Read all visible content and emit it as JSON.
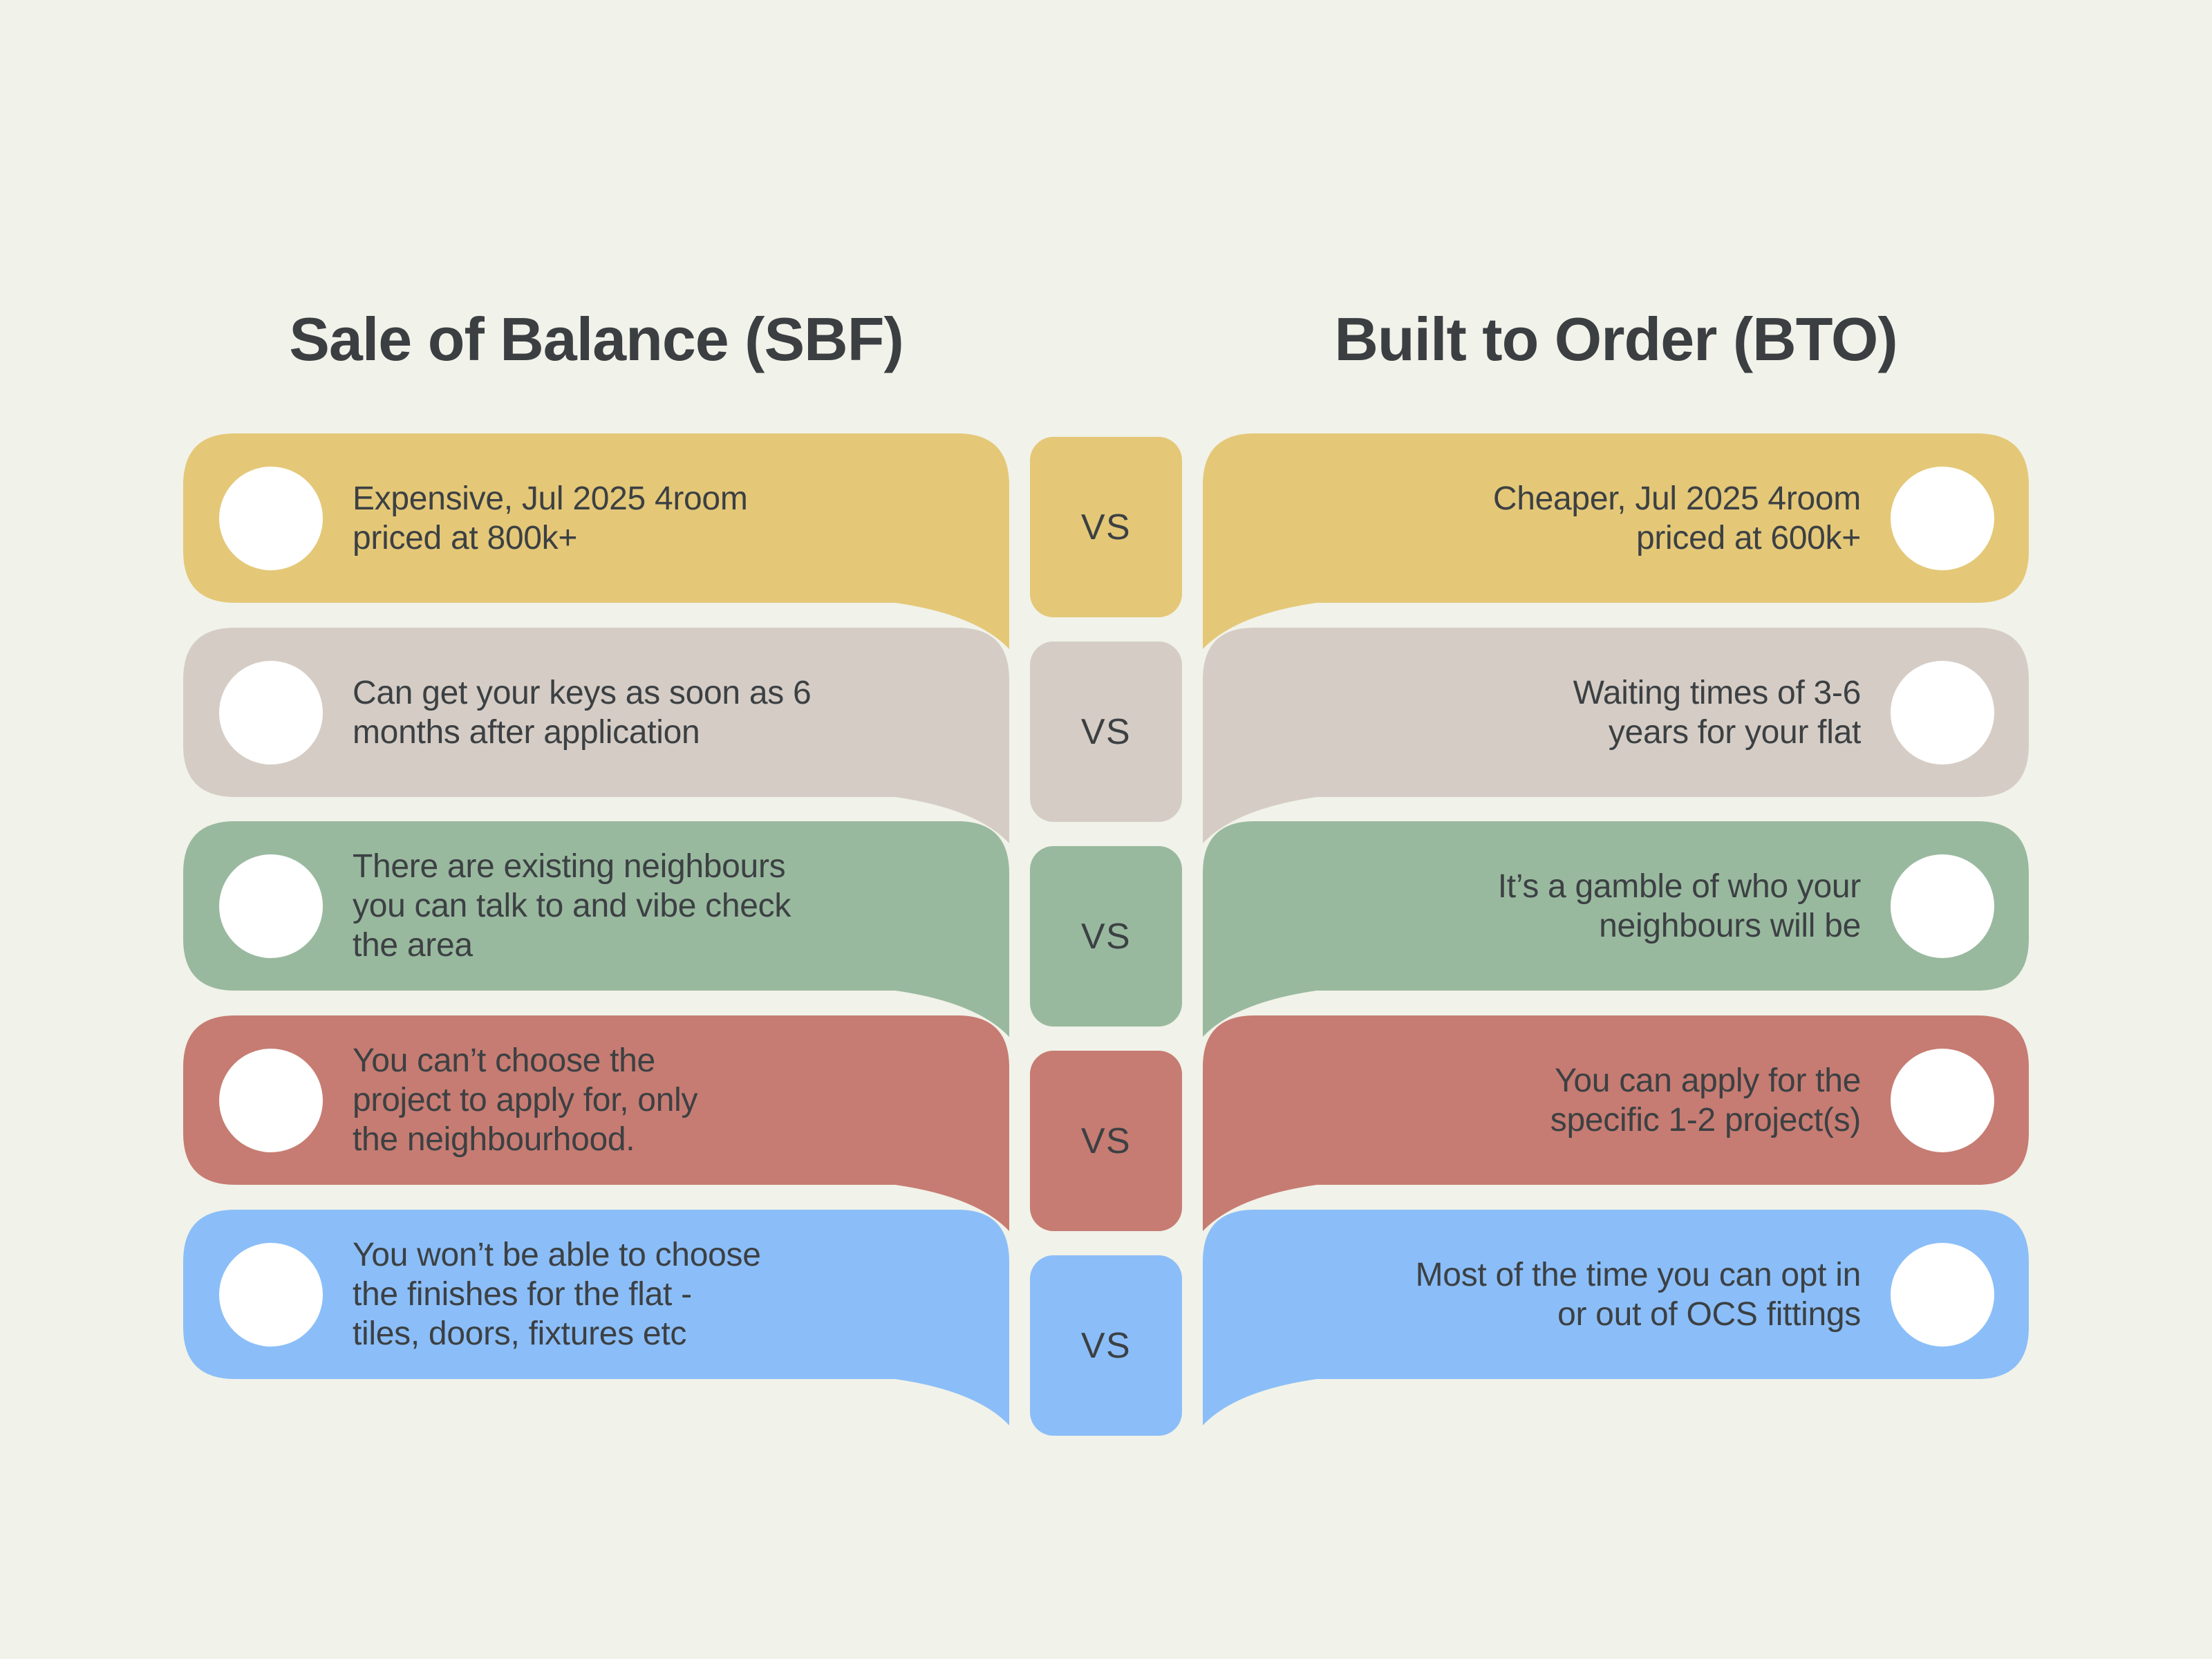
{
  "background": "#f1f2e9",
  "text_color": "#3c4043",
  "title_color": "#3b3f42",
  "headers": {
    "left": "Sale of Balance (SBF)",
    "right": "Built to Order (BTO)"
  },
  "vs_label": "VS",
  "rows": [
    {
      "topic": "price",
      "color": "#e4c878",
      "left": "Expensive, Jul 2025 4room\npriced at 800k+",
      "right": "Cheaper, Jul 2025 4room\npriced at 600k+"
    },
    {
      "topic": "waiting-time",
      "color": "#d5cdc5",
      "left": "Can get your keys as soon as 6\nmonths after application",
      "right": "Waiting times of 3-6\nyears for your flat"
    },
    {
      "topic": "neighbours",
      "color": "#99b99f",
      "left": "There are existing neighbours\nyou can talk to and vibe check\nthe area",
      "right": "It’s a gamble of who your\nneighbours will be"
    },
    {
      "topic": "project-choice",
      "color": "#c67c72",
      "left": "You can’t choose the\nproject to apply for, only\nthe neighbourhood.",
      "right": "You can apply for the\nspecific 1-2 project(s)"
    },
    {
      "topic": "finishes",
      "color": "#8bbef8",
      "left": "You won’t be able to choose\nthe finishes for the flat -\ntiles, doors, fixtures etc",
      "right": "Most of the time you can opt in\nor out of OCS fittings"
    }
  ]
}
